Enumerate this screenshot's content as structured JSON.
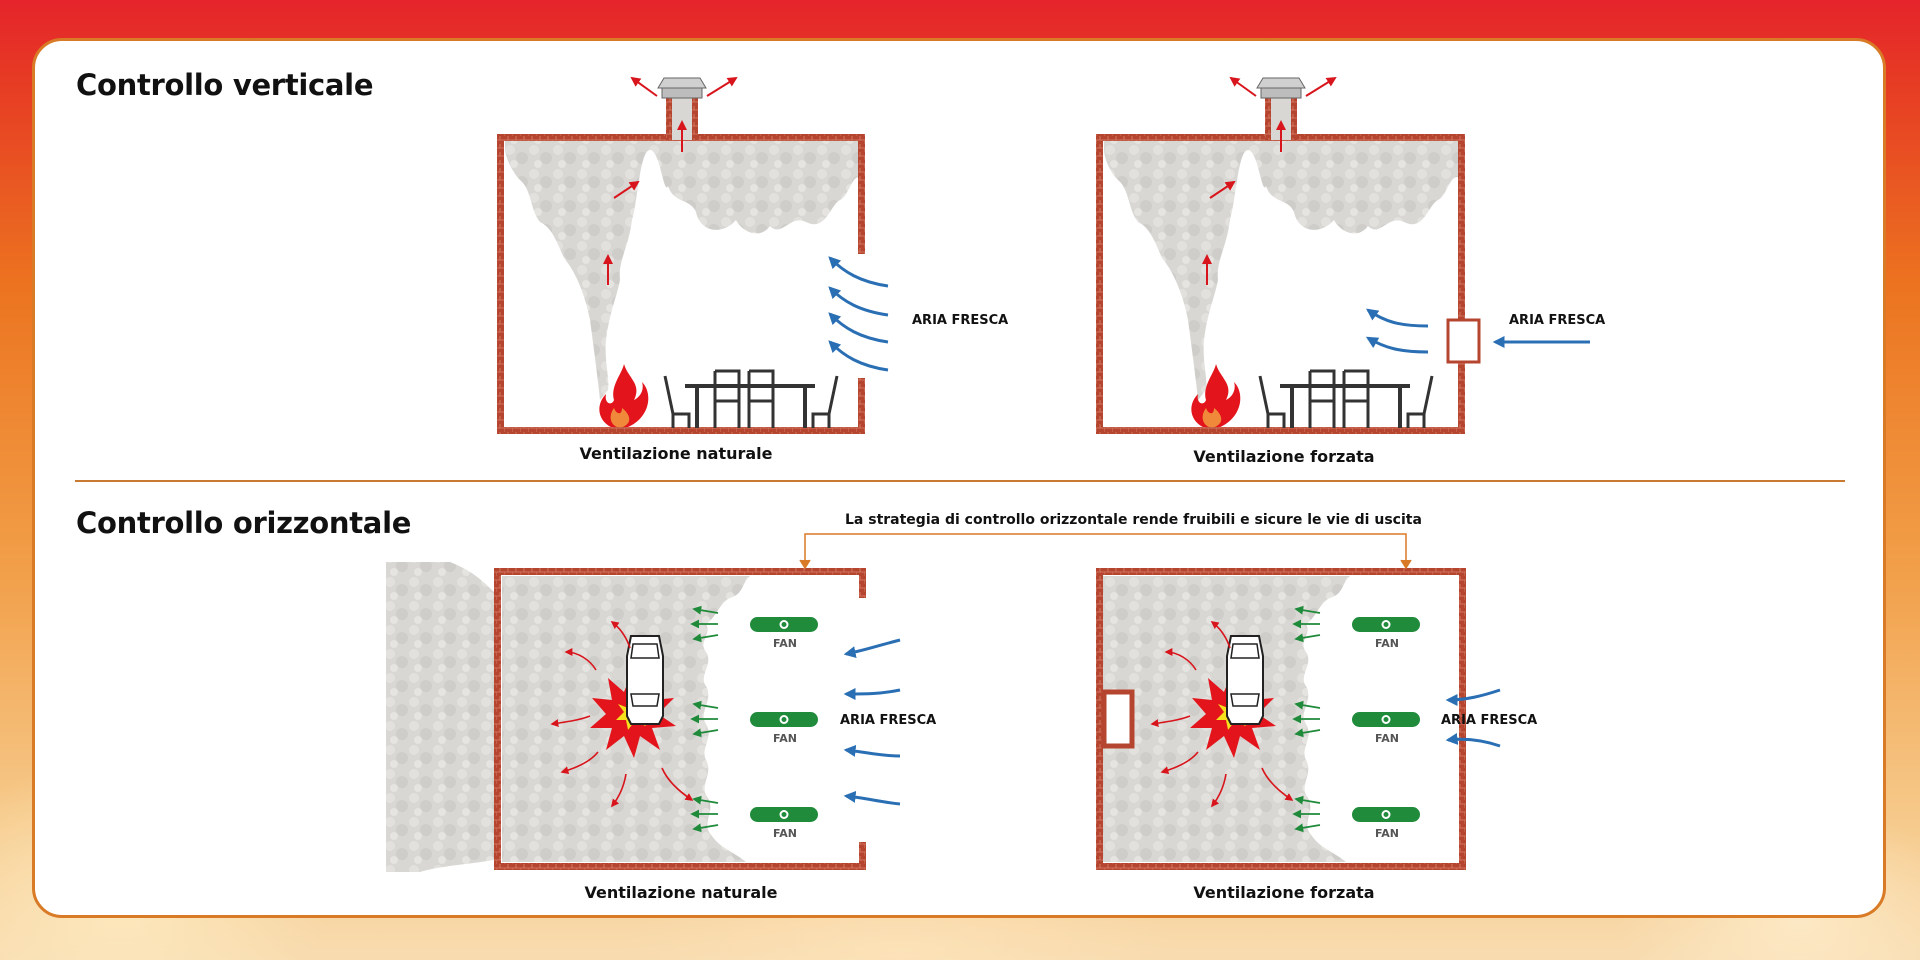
{
  "colors": {
    "brick": "#b5452f",
    "smoke": "#d8d6d2",
    "fire": "#e3141b",
    "arrow_red": "#d8151c",
    "arrow_blue": "#2a6fb4",
    "arrow_green": "#1e8a3a",
    "fan": "#1f8b3b",
    "accent": "#d97a26"
  },
  "vertical": {
    "title": "Controllo verticale",
    "natural_caption": "Ventilazione naturale",
    "forced_caption": "Ventilazione forzata",
    "air_label_natural": "ARIA FRESCA",
    "air_label_forced": "ARIA FRESCA"
  },
  "horizontal": {
    "title": "Controllo orizzontale",
    "note": "La strategia di controllo orizzontale rende fruibili e sicure le vie di uscita",
    "natural_caption": "Ventilazione naturale",
    "forced_caption": "Ventilazione forzata",
    "air_label_natural": "ARIA FRESCA",
    "air_label_forced": "ARIA FRESCA",
    "fan_label": "FAN"
  }
}
